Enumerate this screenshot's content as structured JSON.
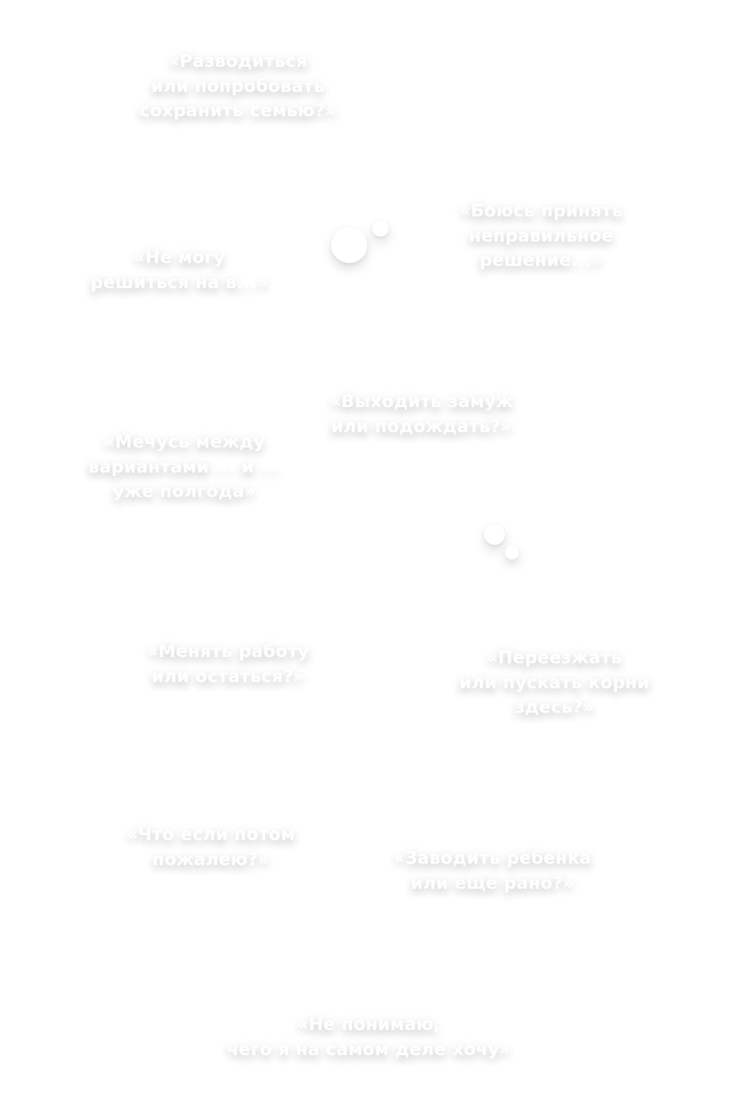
{
  "colors": {
    "background": "#ffffff",
    "text": "#ffffff",
    "shadow": "#bdbdbd"
  },
  "quotes": [
    {
      "id": "divorce",
      "lines": [
        "«Разводиться",
        "или попробовать",
        "сохранить семью?»"
      ]
    },
    {
      "id": "cant-decide",
      "lines": [
        "«Не могу",
        "решиться на в...»"
      ]
    },
    {
      "id": "fear-wrong-decision",
      "lines": [
        "«Боюсь принять",
        "неправильное",
        "решение...»"
      ]
    },
    {
      "id": "marry",
      "lines": [
        "«Выходить замуж",
        "или подождать?»"
      ]
    },
    {
      "id": "torn-between-options",
      "lines": [
        "«Мечусь между",
        "вариантами ... и ...",
        "уже полгода»"
      ]
    },
    {
      "id": "change-job",
      "lines": [
        "«Менять работу",
        "или остаться?»"
      ]
    },
    {
      "id": "relocate",
      "lines": [
        "«Переезжать",
        "или пускать корни",
        "здесь?»"
      ]
    },
    {
      "id": "regret",
      "lines": [
        "«Что если потом",
        "пожалею?»"
      ]
    },
    {
      "id": "have-child",
      "lines": [
        "«Заводить ребенка",
        "или ещё рано?»"
      ]
    },
    {
      "id": "dont-know-what-i-want",
      "lines": [
        "«Не понимаю,",
        "чего я на самом деле хочу»"
      ]
    }
  ],
  "decorations": [
    {
      "name": "thought-bubble-pair-top"
    },
    {
      "name": "thought-bubble-pair-middle"
    }
  ]
}
